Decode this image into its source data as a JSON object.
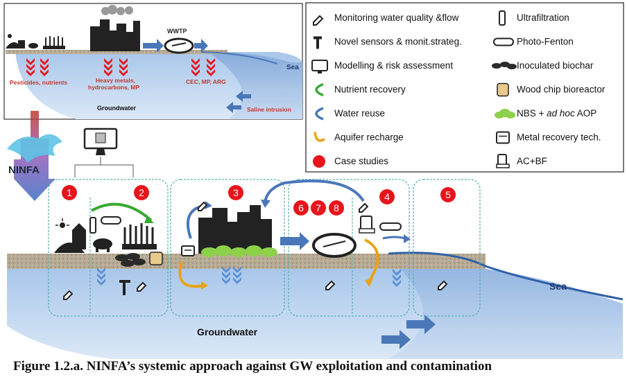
{
  "inset": {
    "wwtp_label": "WWTP",
    "sea_label": "Sea",
    "groundwater_label": "Groundwater",
    "pollutants_agri": "Pesticides, nutrients",
    "pollutants_urban_1": "Heavy metals,",
    "pollutants_urban_2": "hydrocarbons, MP",
    "pollutants_wwtp": "CEC, MP, ARG",
    "saline_label": "Saline intrusion"
  },
  "logo": {
    "text": "NINFA"
  },
  "legend": {
    "left": [
      {
        "icon": "dropper-icon",
        "label": "Monitoring water quality &flow"
      },
      {
        "icon": "sensor-icon",
        "label": "Novel sensors & monit.strateg."
      },
      {
        "icon": "computer-icon",
        "label": "Modelling & risk assessment"
      },
      {
        "icon": "green-arrow-icon",
        "label": "Nutrient recovery"
      },
      {
        "icon": "blue-arrow-icon",
        "label": "Water reuse"
      },
      {
        "icon": "yellow-arrow-icon",
        "label": "Aquifer recharge"
      },
      {
        "icon": "red-dot-icon",
        "label": "Case studies"
      }
    ],
    "right": [
      {
        "icon": "ultrafiltration-icon",
        "label": "Ultrafiltration"
      },
      {
        "icon": "photo-fenton-icon",
        "label": "Photo-Fenton"
      },
      {
        "icon": "biochar-icon",
        "label": "Inoculated biochar"
      },
      {
        "icon": "woodchip-icon",
        "label": "Wood chip bioreactor"
      },
      {
        "icon": "nbs-icon",
        "label_pre": "NBS + ",
        "label_em": "ad hoc",
        "label_post": " AOP"
      },
      {
        "icon": "metal-recovery-icon",
        "label": "Metal recovery tech."
      },
      {
        "icon": "acbf-icon",
        "label": "AC+BF"
      }
    ]
  },
  "main": {
    "case_numbers": [
      "1",
      "2",
      "3",
      "4",
      "5",
      "6",
      "7",
      "8"
    ],
    "groundwater_label": "Groundwater",
    "sea_label": "Sea"
  },
  "caption": "Figure 1.2.a. NINFA’s systemic approach against GW exploitation and contamination",
  "colors": {
    "red": "#e8141b",
    "water": "#8db4e2",
    "soil": "#b9ad9a",
    "green_arrow": "#3aa935",
    "blue_arrow": "#4a77b8",
    "yellow_arrow": "#e8a317",
    "box_dash": "#5ab3b3"
  }
}
